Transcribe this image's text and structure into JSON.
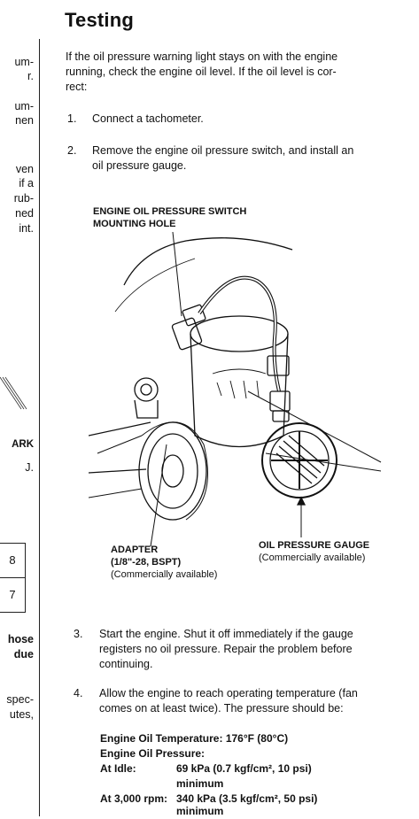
{
  "left_column": {
    "fragments": [
      "um-",
      "r.",
      "um-",
      "nen",
      "ven",
      "if a",
      "rub-",
      "ned",
      "int.",
      "ARK",
      "J.",
      "hose",
      "due",
      "spec-",
      "utes,"
    ],
    "table_values": [
      "8",
      "7"
    ]
  },
  "section_title": "Testing",
  "intro": {
    "line1": "If the oil pressure warning light stays on with the engine",
    "line2": "running, check the engine oil level. If the oil level is cor-",
    "line3": "rect:"
  },
  "steps": [
    {
      "num": "1.",
      "lines": [
        "Connect a tachometer."
      ]
    },
    {
      "num": "2.",
      "lines": [
        "Remove the engine oil pressure switch, and install an",
        "oil pressure gauge."
      ]
    },
    {
      "num": "3.",
      "lines": [
        "Start the engine. Shut it off immediately if the gauge",
        "registers no oil pressure. Repair the problem before",
        "continuing."
      ]
    },
    {
      "num": "4.",
      "lines": [
        "Allow the engine to reach operating temperature (fan",
        "comes on at least twice). The pressure should be:"
      ]
    }
  ],
  "figure": {
    "switch_label_1": "ENGINE OIL PRESSURE SWITCH",
    "switch_label_2": "MOUNTING HOLE",
    "adapter_label": "ADAPTER",
    "adapter_spec": "(1/8\"-28, BSPT)",
    "adapter_avail": "(Commercially available)",
    "gauge_label": "OIL PRESSURE GAUGE",
    "gauge_avail": "(Commercially available)"
  },
  "specs": {
    "temp_label": "Engine Oil Temperature:",
    "temp_value": "176°F (80°C)",
    "pressure_label": "Engine Oil Pressure:",
    "idle_label": "At Idle:",
    "idle_value": "69 kPa (0.7 kgf/cm², 10 psi)",
    "idle_min": "minimum",
    "rpm_label": "At 3,000 rpm:",
    "rpm_value": "340 kPa (3.5 kgf/cm², 50 psi)",
    "rpm_min": "minimum"
  }
}
